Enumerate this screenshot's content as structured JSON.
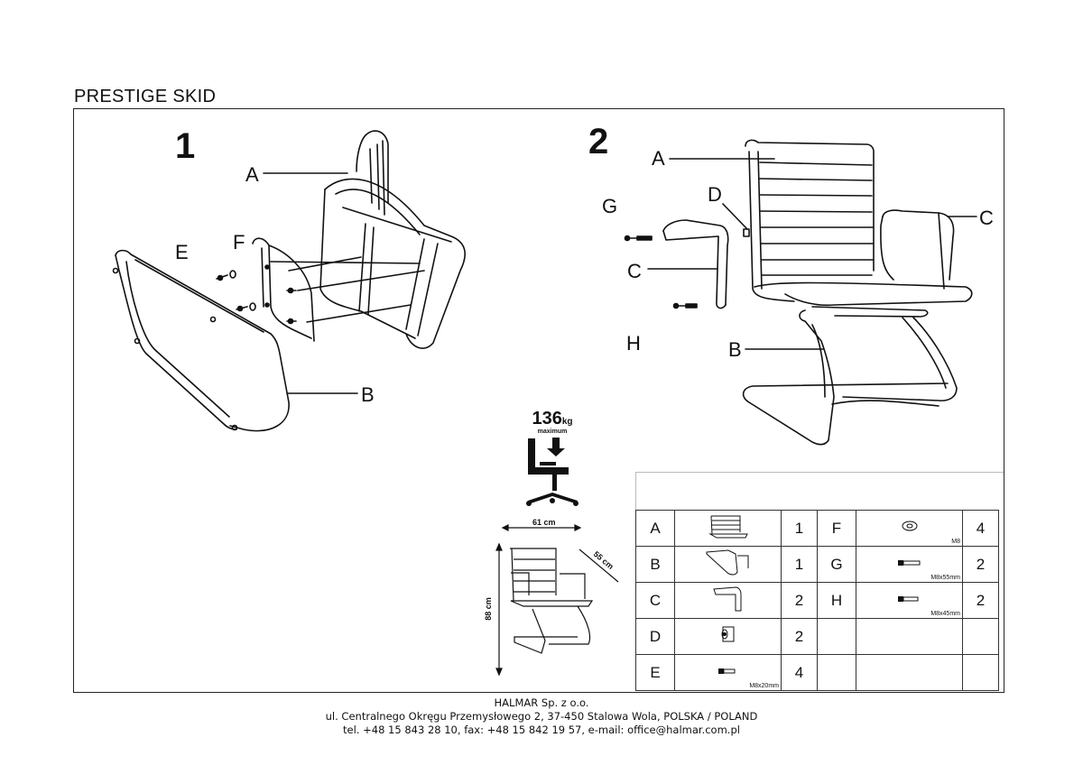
{
  "title": "PRESTIGE SKID",
  "steps": [
    {
      "number": "1",
      "labels": [
        "A",
        "E",
        "F",
        "B"
      ]
    },
    {
      "number": "2",
      "labels": [
        "A",
        "G",
        "D",
        "C",
        "C",
        "H",
        "B"
      ]
    }
  ],
  "weight": {
    "value": "136",
    "unit": "kg",
    "caption": "maximum"
  },
  "dimensions": {
    "width": "61 cm",
    "depth": "55 cm",
    "height": "88 cm"
  },
  "parts": [
    {
      "left": {
        "letter": "A",
        "qty": "1",
        "icon": "backrest-seat-icon",
        "spec": ""
      },
      "right": {
        "letter": "F",
        "qty": "4",
        "icon": "washer-icon",
        "spec": "M8"
      }
    },
    {
      "left": {
        "letter": "B",
        "qty": "1",
        "icon": "sled-base-icon",
        "spec": ""
      },
      "right": {
        "letter": "G",
        "qty": "2",
        "icon": "bolt-icon",
        "spec": "M8x55mm"
      }
    },
    {
      "left": {
        "letter": "C",
        "qty": "2",
        "icon": "armrest-icon",
        "spec": ""
      },
      "right": {
        "letter": "H",
        "qty": "2",
        "icon": "bolt-icon",
        "spec": "M8x45mm"
      }
    },
    {
      "left": {
        "letter": "D",
        "qty": "2",
        "icon": "spacer-icon",
        "spec": ""
      },
      "right": {
        "letter": "",
        "qty": "",
        "icon": "",
        "spec": ""
      }
    },
    {
      "left": {
        "letter": "E",
        "qty": "4",
        "icon": "bolt-icon",
        "spec": "M8x20mm"
      },
      "right": {
        "letter": "",
        "qty": "",
        "icon": "",
        "spec": ""
      }
    }
  ],
  "footer": {
    "company": "HALMAR Sp. z o.o.",
    "address": "ul. Centralnego Okręgu Przemysłowego 2, 37-450 Stalowa Wola, POLSKA / POLAND",
    "contact": "tel. +48 15 843 28 10, fax: +48 15 842 19 57, e-mail: office@halmar.com.pl"
  }
}
